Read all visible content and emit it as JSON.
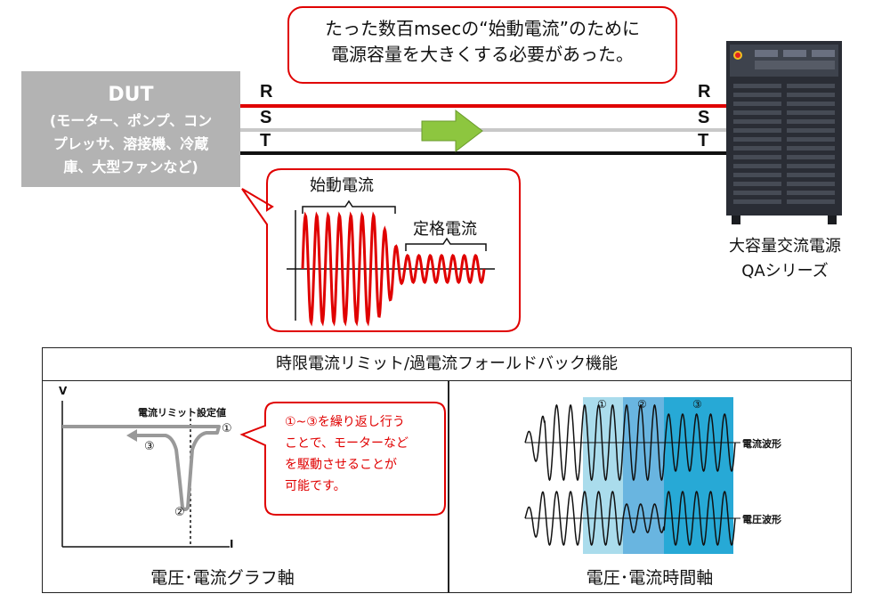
{
  "top_callout": {
    "text": "たった数百msecの“始動電流”のために\n電源容量を大きくする必要があった。"
  },
  "dut": {
    "title": "DUT",
    "description": "(モーター、ポンプ、コン\nプレッサ、溶接機、冷蔵\n庫、大型ファンなど)"
  },
  "phases": {
    "left": [
      "R",
      "S",
      "T"
    ],
    "right": [
      "R",
      "S",
      "T"
    ]
  },
  "waveform_callout": {
    "inrush_label": "始動電流",
    "rated_label": "定格電流"
  },
  "power_supply": {
    "name": "大容量交流電源",
    "series": "QAシリーズ"
  },
  "bottom": {
    "header": "時限電流リミット/過電流フォールドバック機能",
    "left_panel": {
      "y_axis": "V",
      "x_axis": "I",
      "limit_label": "電流リミット設定値",
      "step1": "①",
      "step2": "②",
      "step3": "③",
      "caption": "電圧･電流グラフ軸"
    },
    "red_callout": "①~③を繰り返し行う\nことで、モーターなど\nを駆動させることが\n可能です。",
    "right_panel": {
      "step1": "①",
      "step2": "②",
      "step3": "③",
      "current_wave_label": "電流波形",
      "voltage_wave_label": "電圧波形",
      "caption": "電圧･電流時間軸"
    }
  },
  "colors": {
    "line_r": "#e00000",
    "line_s": "#c8c8c8",
    "line_t": "#111111",
    "arrow_green": "#8dc63f",
    "callout_border": "#e00000",
    "dut_fill": "#b3b3b3",
    "band1": "#aadcec",
    "band2": "#69b5e0",
    "band3": "#27a9d6"
  }
}
